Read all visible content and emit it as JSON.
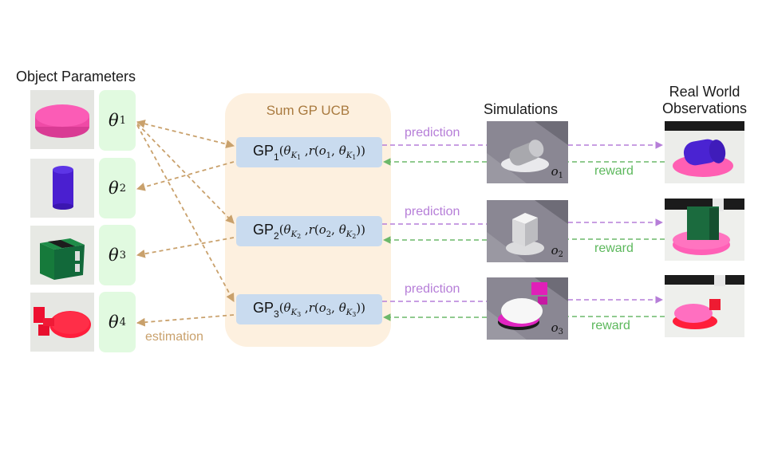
{
  "headings": {
    "object_parameters": "Object Parameters",
    "sum_gp_ucb": "Sum GP UCB",
    "simulations": "Simulations",
    "real_world_line1": "Real World",
    "real_world_line2": "Observations"
  },
  "objects": [
    {
      "theta_symbol": "θ",
      "theta_index": "1",
      "photo": "pink-disc-object"
    },
    {
      "theta_symbol": "θ",
      "theta_index": "2",
      "photo": "blue-cylinder-object"
    },
    {
      "theta_symbol": "θ",
      "theta_index": "3",
      "photo": "green-cube-object"
    },
    {
      "theta_symbol": "θ",
      "theta_index": "4",
      "photo": "red-dish-object"
    }
  ],
  "gps": [
    {
      "gp": "GP",
      "index": "1",
      "theta": "θ",
      "K": "K",
      "k_index": "1",
      "r": "r",
      "o": "o",
      "o_index": "1"
    },
    {
      "gp": "GP",
      "index": "2",
      "theta": "θ",
      "K": "K",
      "k_index": "2",
      "r": "r",
      "o": "o",
      "o_index": "2"
    },
    {
      "gp": "GP",
      "index": "3",
      "theta": "θ",
      "K": "K",
      "k_index": "3",
      "r": "r",
      "o": "o",
      "o_index": "3"
    }
  ],
  "simulations": [
    {
      "label": "o",
      "index": "1",
      "content": "cylinder-on-disc-sim"
    },
    {
      "label": "o",
      "index": "2",
      "content": "cube-on-disc-sim"
    },
    {
      "label": "o",
      "index": "3",
      "content": "disc-on-dish-sim"
    }
  ],
  "real_observations": [
    {
      "content": "blue-cylinder-on-pink-disc"
    },
    {
      "content": "green-cube-on-pink-disc"
    },
    {
      "content": "pink-disc-on-red-dish"
    }
  ],
  "edge_labels": {
    "prediction": "prediction",
    "reward": "reward",
    "estimation": "estimation"
  },
  "colors": {
    "estimation_arrow": "#c9a16c",
    "prediction_arrow": "#b67ed8",
    "reward_arrow": "#6cb86a",
    "theta_box": "#e1fae0",
    "gp_panel": "#fdf0df",
    "gp_box": "#c9dbef"
  }
}
